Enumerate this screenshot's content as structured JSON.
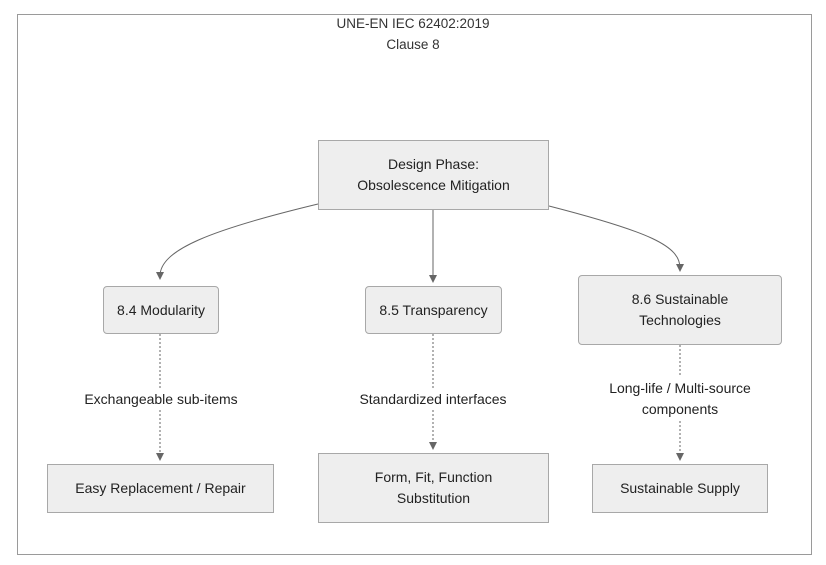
{
  "title": {
    "line1": "UNE-EN IEC 62402:2019",
    "line2": "Clause 8"
  },
  "nodes": {
    "design_phase": {
      "line1": "Design Phase:",
      "line2": "Obsolescence Mitigation"
    },
    "modularity": {
      "label": "8.4 Modularity"
    },
    "transparency": {
      "label": "8.5 Transparency"
    },
    "sustainable_tech": {
      "line1": "8.6 Sustainable",
      "line2": "Technologies"
    },
    "easy_replacement": {
      "label": "Easy Replacement / Repair"
    },
    "form_fit_function": {
      "line1": "Form, Fit, Function",
      "line2": "Substitution"
    },
    "sustainable_supply": {
      "label": "Sustainable Supply"
    }
  },
  "edge_labels": {
    "exchangeable": {
      "label": "Exchangeable sub-items"
    },
    "standardized": {
      "label": "Standardized interfaces"
    },
    "long_life": {
      "line1": "Long-life / Multi-source",
      "line2": "components"
    }
  },
  "colors": {
    "node_fill": "#eeeeee",
    "node_border": "#a8a8a8",
    "edge_stroke": "#666666",
    "frame_border": "#9a9a9a"
  }
}
